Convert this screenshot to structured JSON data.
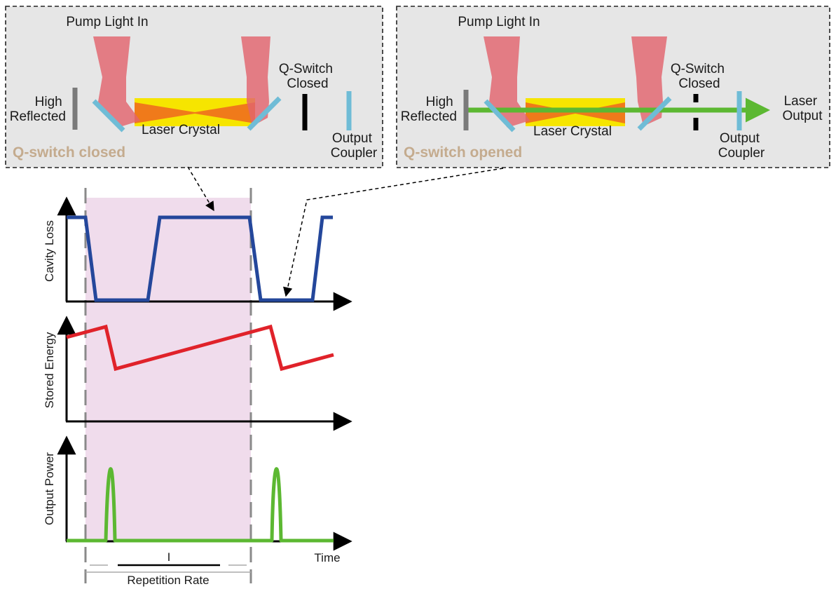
{
  "colors": {
    "panel_bg": "#e6e6e6",
    "panel_title": "#c4ab8e",
    "pump": "#e2646e",
    "crystal_outer": "#f6e500",
    "crystal_inner": "#f07a1a",
    "mirror_blue": "#6fbcd6",
    "mirror_gray": "#7a7a7a",
    "laser_green": "#5cb832",
    "cavity_loss": "#24479b",
    "stored_energy": "#e0222a",
    "output_power": "#5cb832",
    "window_band": "#f0dcec"
  },
  "panels": {
    "closed": {
      "pump_label": "Pump Light In",
      "high_reflected": [
        "High",
        "Reflected"
      ],
      "qswitch": [
        "Q-Switch",
        "Closed"
      ],
      "output_coupler": [
        "Output",
        "Coupler"
      ],
      "crystal": "Laser Crystal",
      "title": "Q-switch closed"
    },
    "opened": {
      "pump_label": "Pump Light In",
      "high_reflected": [
        "High",
        "Reflected"
      ],
      "qswitch": [
        "Q-Switch",
        "Closed"
      ],
      "output_coupler": [
        "Output",
        "Coupler"
      ],
      "crystal": "Laser Crystal",
      "laser_output": [
        "Laser",
        "Output"
      ],
      "title": "Q-switch opened"
    }
  },
  "timing": {
    "axes": [
      "Cavity Loss",
      "Stored Energy",
      "Output Power"
    ],
    "time_label": "Time",
    "period_label": "I",
    "repetition_label": "Repetition Rate"
  }
}
